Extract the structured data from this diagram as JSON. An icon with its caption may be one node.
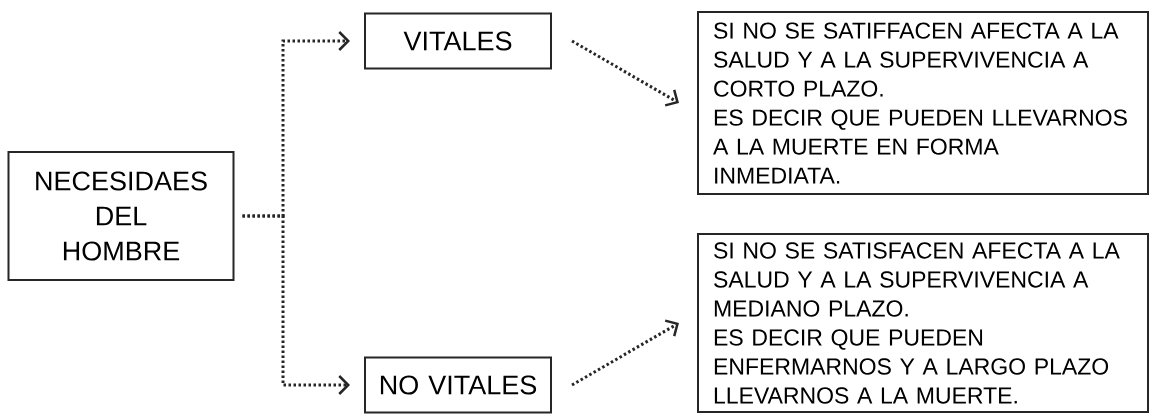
{
  "diagram": {
    "nodes": [
      {
        "text": [
          "NECESIDAES DEL HOMBRE"
        ]
      },
      {
        "text": [
          "VITALES"
        ]
      },
      {
        "text": [
          "NO VITALES"
        ]
      },
      {
        "text": [
          "SI NO SE SATIFFACEN AFECTA A LA SALUD Y A LA SUPERVIVENCIA A CORTO PLAZO.",
          "ES DECIR QUE PUEDEN LLEVARNOS A LA MUERTE EN FORMA INMEDIATA."
        ]
      },
      {
        "text": [
          "SI NO SE SATISFACEN AFECTA A LA SALUD Y A LA SUPERVIVENCIA A MEDIANO PLAZO.",
          "ES DECIR QUE PUEDEN ENFERMARNOS Y A LARGO PLAZO LLEVARNOS A LA MUERTE."
        ]
      }
    ],
    "edges": [
      {
        "from": 0,
        "to": 1,
        "arrow": "to"
      },
      {
        "from": 0,
        "to": 2,
        "arrow": "to"
      },
      {
        "from": 1,
        "to": 3,
        "arrow": "to"
      },
      {
        "from": 2,
        "to": 4,
        "arrow": "to"
      }
    ]
  }
}
